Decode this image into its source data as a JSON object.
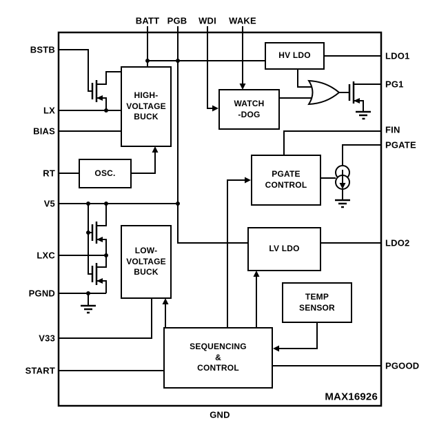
{
  "diagram": {
    "part_number": "MAX16926",
    "colors": {
      "line": "#000000",
      "background": "#ffffff"
    },
    "pins": {
      "top": [
        "BATT",
        "PGB",
        "WDI",
        "WAKE"
      ],
      "left": [
        "BSTB",
        "LX",
        "BIAS",
        "RT",
        "V5",
        "LXC",
        "PGND",
        "V33",
        "START"
      ],
      "right": [
        "LDO1",
        "PG1",
        "FIN",
        "PGATE",
        "LDO2",
        "PGOOD"
      ],
      "bottom": [
        "GND"
      ]
    },
    "blocks": {
      "hv_buck": "HIGH-\nVOLTAGE\nBUCK",
      "watchdog": "WATCH\n-DOG",
      "hv_ldo": "HV LDO",
      "osc": "OSC.",
      "pgate_control": "PGATE\nCONTROL",
      "lv_buck": "LOW-\nVOLTAGE\nBUCK",
      "lv_ldo": "LV LDO",
      "temp_sensor": "TEMP\nSENSOR",
      "sequencing": "SEQUENCING\n&\nCONTROL"
    }
  }
}
